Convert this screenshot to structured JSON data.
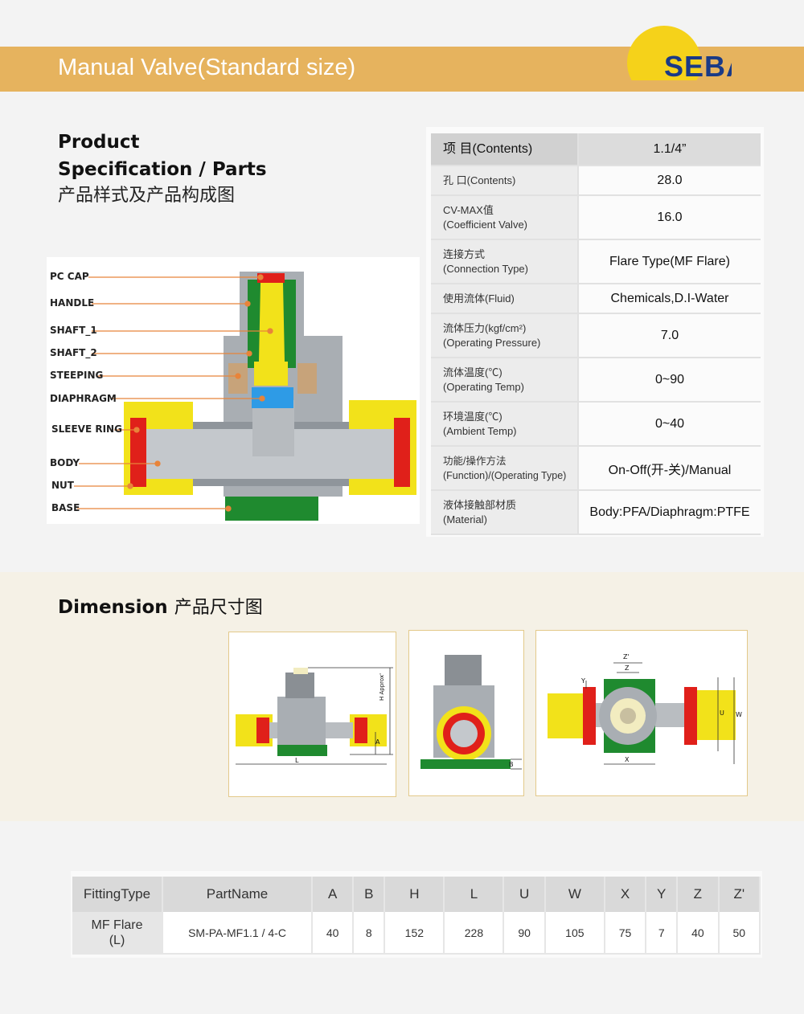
{
  "header": {
    "title": "Manual Valve(Standard size)",
    "logo_text": "SEBA"
  },
  "spec_section": {
    "title_line1": "Product",
    "title_line2": "Specification / Parts",
    "title_cn": "产品样式及产品构成图"
  },
  "parts": [
    "PC CAP",
    "HANDLE",
    "SHAFT_1",
    "SHAFT_2",
    "STEEPING",
    "DIAPHRAGM",
    "SLEEVE RING",
    "BODY",
    "NUT",
    "BASE"
  ],
  "spec_table": {
    "header": {
      "label": "项  目(Contents)",
      "value": "1.1/4”"
    },
    "rows": [
      {
        "label1": "孔  口(Contents)",
        "label2": "",
        "value": "28.0"
      },
      {
        "label1": "CV-MAX值",
        "label2": "(Coefficient Valve)",
        "value": "16.0"
      },
      {
        "label1": "连接方式",
        "label2": "(Connection Type)",
        "value": "Flare Type(MF Flare)"
      },
      {
        "label1": "使用流体(Fluid)",
        "label2": "",
        "value": "Chemicals,D.I-Water"
      },
      {
        "label1": "流体压力(kgf/cm²)",
        "label2": "(Operating Pressure)",
        "value": "7.0"
      },
      {
        "label1": "流体温度(℃)",
        "label2": "(Operating Temp)",
        "value": "0~90"
      },
      {
        "label1": "环境温度(℃)",
        "label2": "(Ambient Temp)",
        "value": "0~40"
      },
      {
        "label1": "功能/操作方法",
        "label2": "(Function)/(Operating Type)",
        "value": "On-Off(开-关)/Manual"
      },
      {
        "label1": "液体接触部材质",
        "label2": "(Material)",
        "value": "Body:PFA/Diaphragm:PTFE"
      }
    ]
  },
  "dimension_section": {
    "title": "Dimension",
    "title_cn": "产品尺寸图",
    "fig1": {
      "h_label": "H Approx'",
      "a_label": "A",
      "l_label": "L"
    },
    "fig2": {
      "b_label": "B"
    },
    "fig3": {
      "z2_label": "Z'",
      "z_label": "Z",
      "y_label": "Y",
      "u_label": "U",
      "w_label": "W",
      "x_label": "X"
    }
  },
  "dimension_table": {
    "headers": [
      "FittingType",
      "PartName",
      "A",
      "B",
      "H",
      "L",
      "U",
      "W",
      "X",
      "Y",
      "Z",
      "Z'"
    ],
    "rows": [
      {
        "fitting_line1": "MF Flare",
        "fitting_line2": "(L)",
        "cells": [
          "SM-PA-MF1.1 / 4-C",
          "40",
          "8",
          "152",
          "228",
          "90",
          "105",
          "75",
          "7",
          "40",
          "50"
        ]
      }
    ]
  },
  "colors": {
    "header_band": "#e6b35e",
    "logo_sun": "#f5d21a",
    "logo_text": "#1a3a86",
    "part_yellow": "#f2e21a",
    "part_red": "#e0201a",
    "part_green": "#1d8a2c",
    "part_blue": "#2e9be6",
    "body_gray": "#9aa0a6",
    "leader_orange": "#e8843a"
  }
}
